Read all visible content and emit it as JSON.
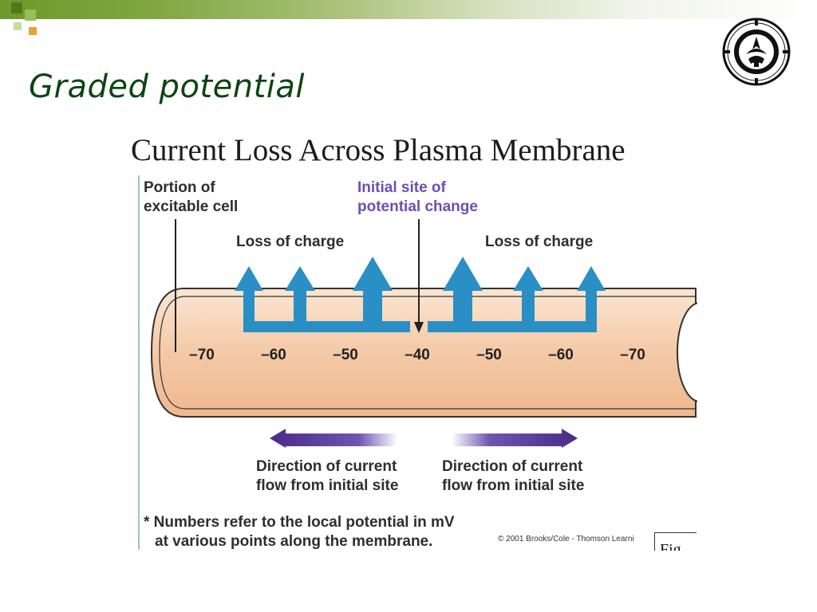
{
  "slide": {
    "title": "Graded potential",
    "accent_colors": {
      "title": "#0d4510",
      "bar_start": "#6d9a2a"
    }
  },
  "logo": {
    "icon": "university-emblem-icon"
  },
  "figure": {
    "title": "Current Loss Across Plasma Membrane",
    "labels": {
      "portion": [
        "Portion of",
        "excitable cell"
      ],
      "initial_site": [
        "Initial site of",
        "potential change"
      ],
      "loss_left": "Loss of charge",
      "loss_right": "Loss of charge",
      "direction_left": [
        "Direction of current",
        "flow from initial site"
      ],
      "direction_right": [
        "Direction of current",
        "flow from initial site"
      ],
      "footnote": [
        "* Numbers refer to the local potential in mV",
        "at various points along the membrane."
      ],
      "credit": "© 2001 Brooks/Cole - Thomson Learni",
      "fig_tab": "Fig"
    },
    "potentials_mV": [
      "–70",
      "–60",
      "–50",
      "–40",
      "–50",
      "–60",
      "–70"
    ],
    "colors": {
      "cell_fill": "#f4c9a6",
      "charge_arrows": "#2a8fc4",
      "current_arrows": "#4a2a8a",
      "purple_label": "#6d4fb3"
    }
  }
}
